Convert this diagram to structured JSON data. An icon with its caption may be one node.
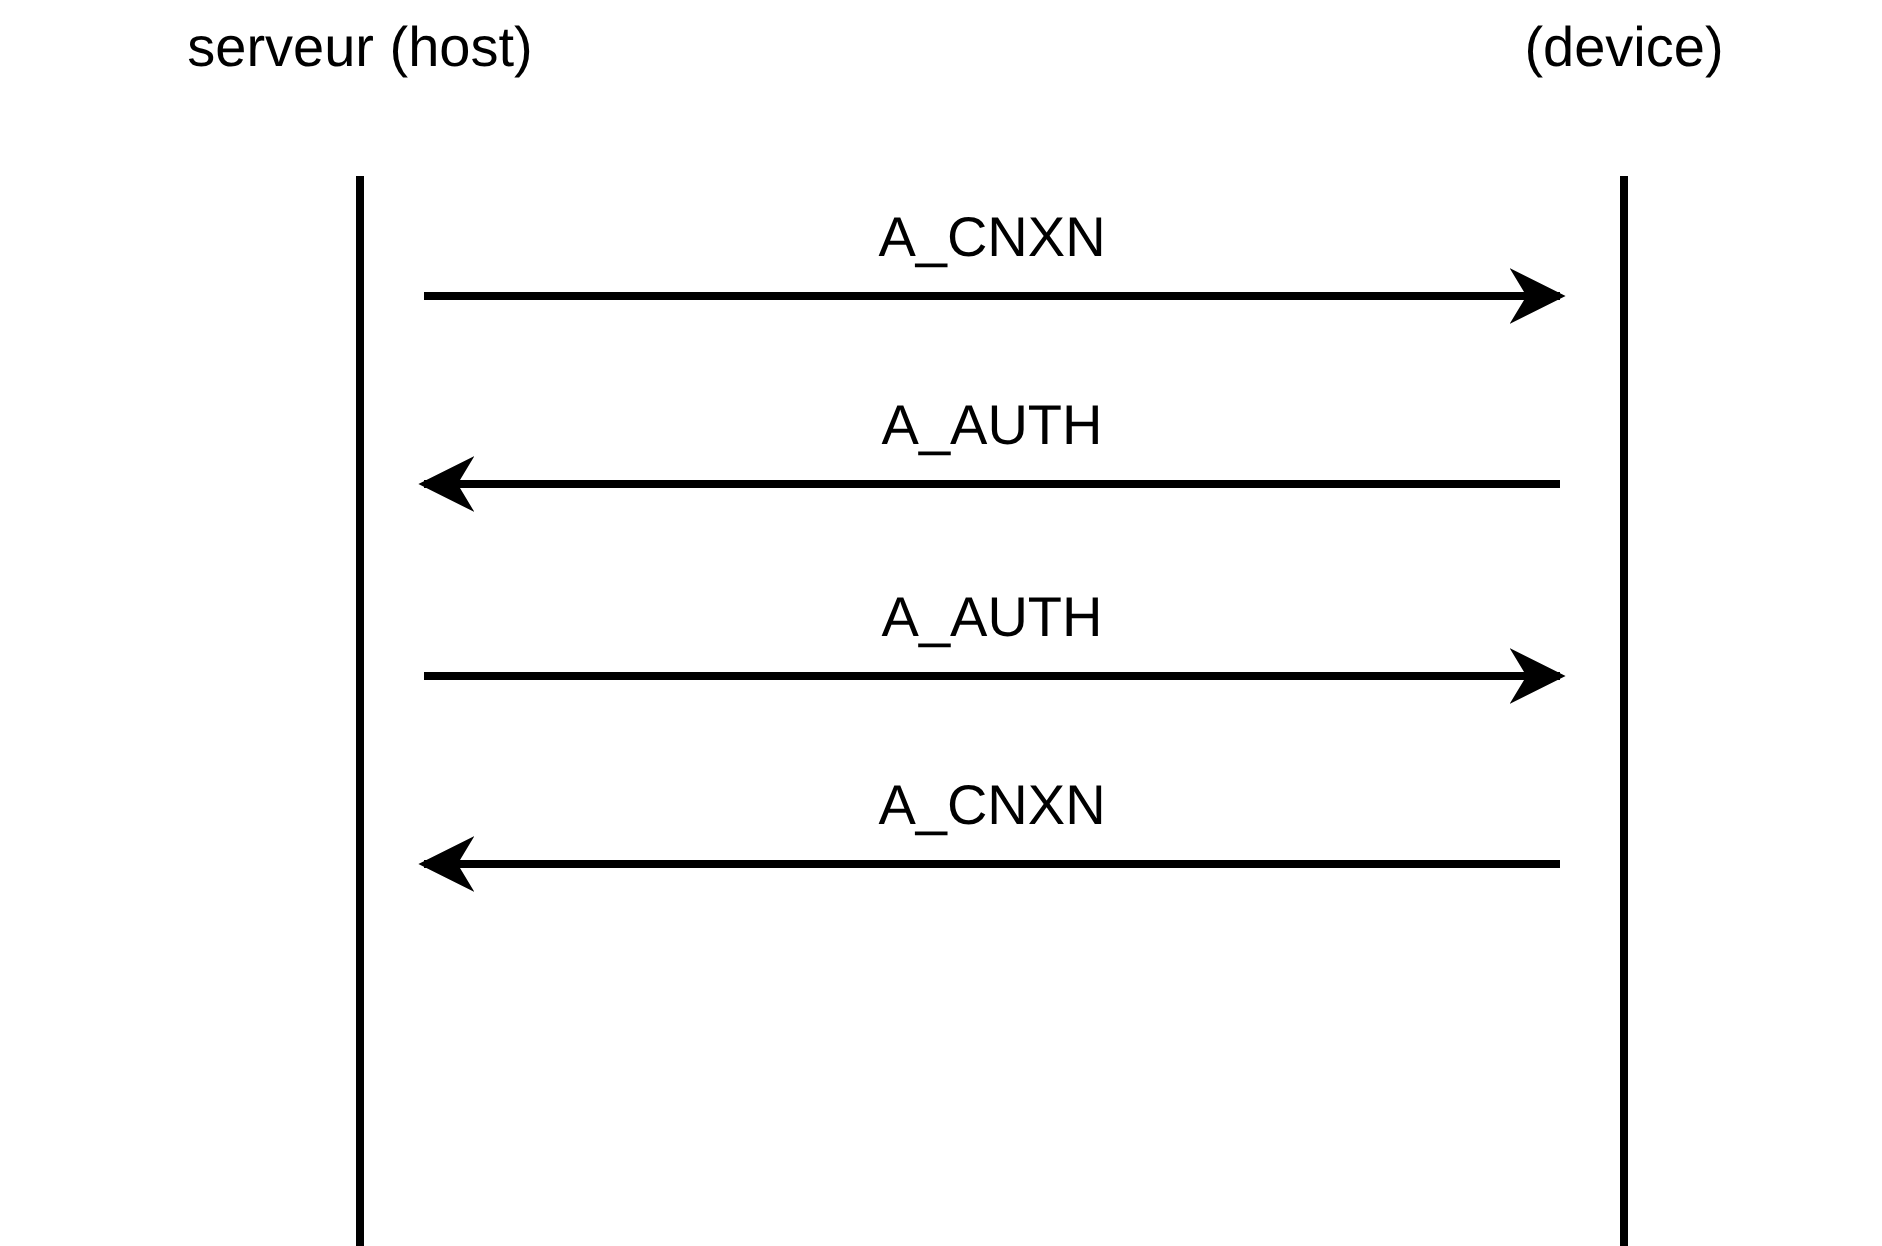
{
  "diagram": {
    "nodes": [
      {
        "text": [
          "serveur (host)"
        ]
      },
      {
        "text": [
          "(device)"
        ]
      }
    ],
    "edges": [
      {
        "from": 0,
        "to": 1,
        "arrow": "to",
        "label": "A_CNXN"
      },
      {
        "from": 1,
        "to": 0,
        "arrow": "to",
        "label": "A_AUTH"
      },
      {
        "from": 0,
        "to": 1,
        "arrow": "to",
        "label": "A_AUTH"
      },
      {
        "from": 1,
        "to": 0,
        "arrow": "to",
        "label": "A_CNXN"
      }
    ]
  }
}
